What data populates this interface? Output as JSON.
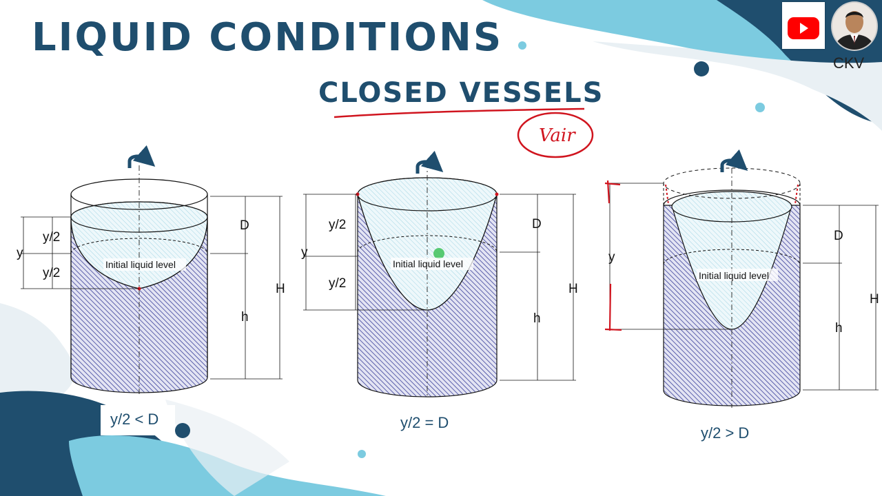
{
  "slide": {
    "title": "LIQUID CONDITIONS",
    "subtitle": "CLOSED VESSELS",
    "annotation": "Vair",
    "channel": "CKV"
  },
  "labels": {
    "y": "y",
    "y_half": "y/2",
    "D": "D",
    "h": "h",
    "H": "H",
    "initial_liquid_level": "Initial liquid level"
  },
  "captions": {
    "left": "y/2 < D",
    "middle": "y/2 = D",
    "right": "y/2 > D"
  },
  "colors": {
    "navy": "#1f4e6e",
    "light_blue": "#7ccbe0",
    "pale_blue": "#e9f0f4",
    "liquid_hatch": "#3a3f9a",
    "annotation_red": "#d0141e"
  }
}
